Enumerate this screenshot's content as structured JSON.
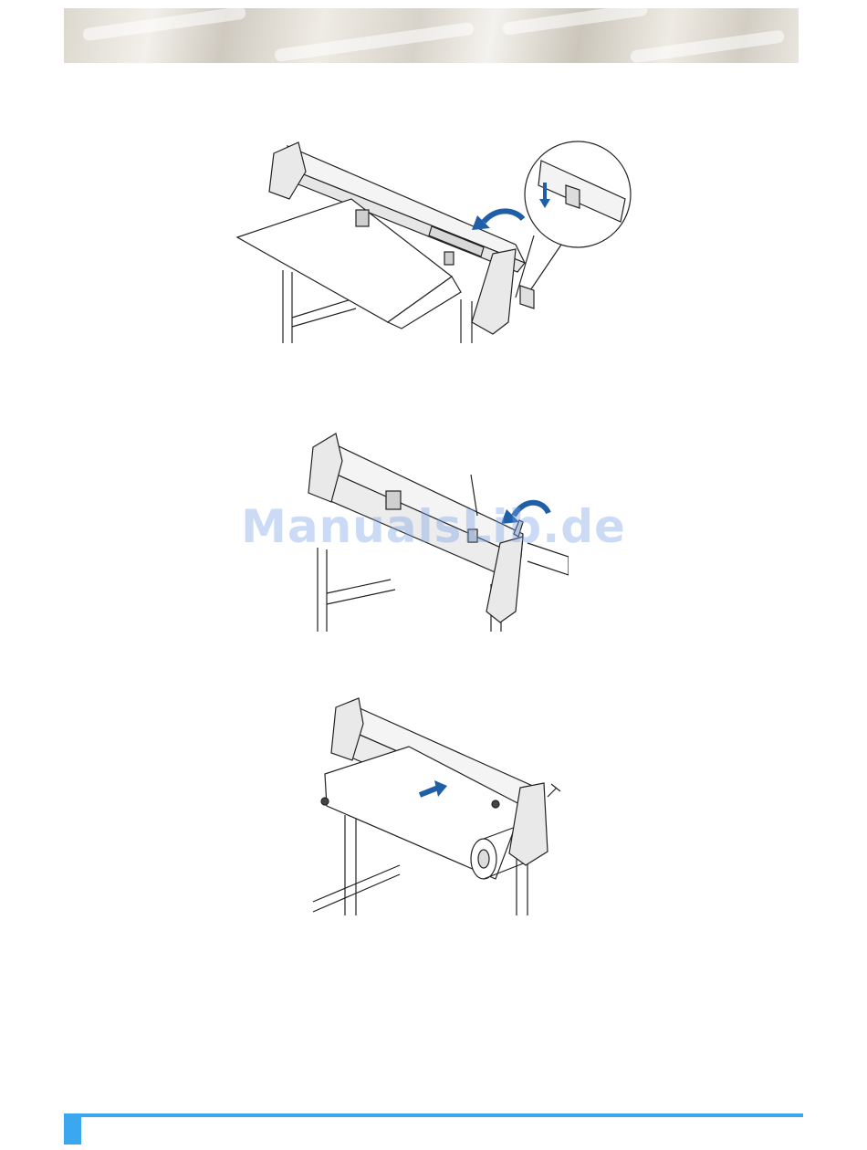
{
  "watermark": {
    "text": "ManualsLib.de"
  },
  "figures": [
    {
      "name": "figure-1",
      "icon": "plotter-sheet-loading-detail"
    },
    {
      "name": "figure-2",
      "icon": "plotter-lever-raise"
    },
    {
      "name": "figure-3",
      "icon": "plotter-roll-feed"
    }
  ],
  "colors": {
    "accent": "#3aa7ef",
    "arrow": "#1f5fa8",
    "line": "#222222"
  }
}
